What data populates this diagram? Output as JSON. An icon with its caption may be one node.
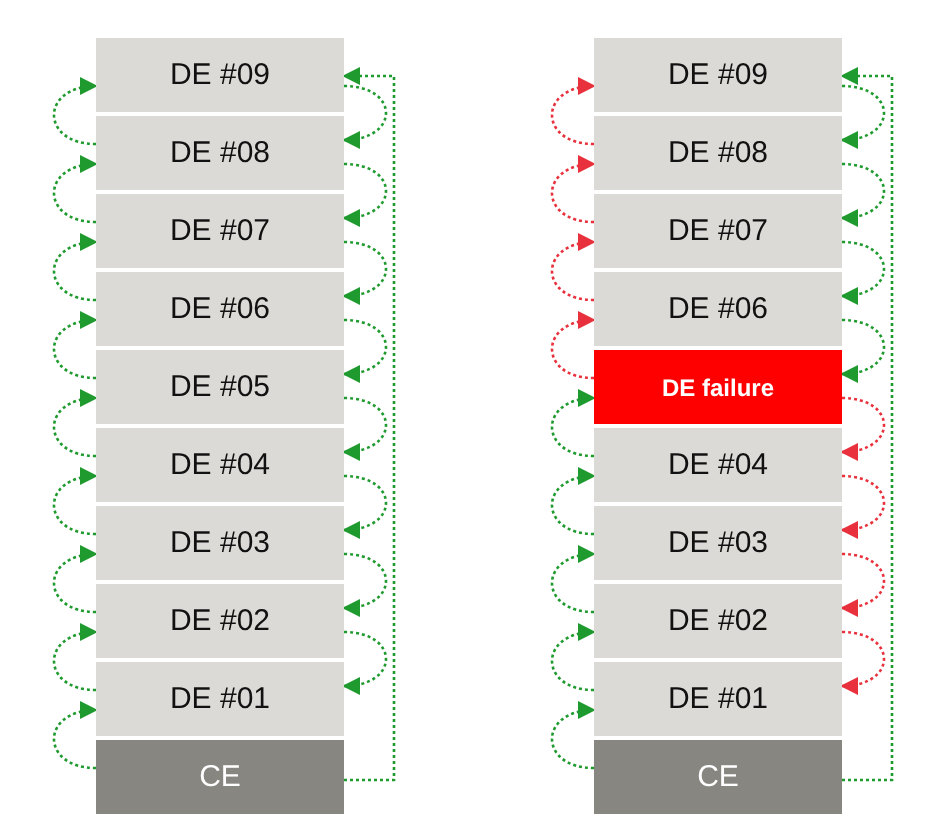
{
  "diagram": {
    "nodes": [
      {
        "text": [
          "DE #09"
        ]
      },
      {
        "text": [
          "DE #08"
        ]
      },
      {
        "text": [
          "DE #07"
        ]
      },
      {
        "text": [
          "DE #06"
        ]
      },
      {
        "text": [
          "DE #05"
        ]
      },
      {
        "text": [
          "DE #04"
        ]
      },
      {
        "text": [
          "DE #03"
        ]
      },
      {
        "text": [
          "DE #02"
        ]
      },
      {
        "text": [
          "DE #01"
        ]
      },
      {
        "text": [
          "CE"
        ]
      },
      {
        "text": [
          "DE #09"
        ]
      },
      {
        "text": [
          "DE #08"
        ]
      },
      {
        "text": [
          "DE #07"
        ]
      },
      {
        "text": [
          "DE #06"
        ]
      },
      {
        "text": [
          "DE failure"
        ]
      },
      {
        "text": [
          "DE #04"
        ]
      },
      {
        "text": [
          "DE #03"
        ]
      },
      {
        "text": [
          "DE #02"
        ]
      },
      {
        "text": [
          "DE #01"
        ]
      },
      {
        "text": [
          "CE"
        ]
      }
    ],
    "edges": [
      {
        "from": 9,
        "to": 8,
        "arrow": "to",
        "style": "dashed"
      },
      {
        "from": 8,
        "to": 7,
        "arrow": "to",
        "style": "dashed"
      },
      {
        "from": 7,
        "to": 6,
        "arrow": "to",
        "style": "dashed"
      },
      {
        "from": 6,
        "to": 5,
        "arrow": "to",
        "style": "dashed"
      },
      {
        "from": 5,
        "to": 4,
        "arrow": "to",
        "style": "dashed"
      },
      {
        "from": 4,
        "to": 3,
        "arrow": "to",
        "style": "dashed"
      },
      {
        "from": 3,
        "to": 2,
        "arrow": "to",
        "style": "dashed"
      },
      {
        "from": 2,
        "to": 1,
        "arrow": "to",
        "style": "dashed"
      },
      {
        "from": 1,
        "to": 0,
        "arrow": "to",
        "style": "dashed"
      },
      {
        "from": 9,
        "to": 0,
        "arrow": "to",
        "style": "dashed"
      },
      {
        "from": 0,
        "to": 1,
        "arrow": "to",
        "style": "dashed"
      },
      {
        "from": 1,
        "to": 2,
        "arrow": "to",
        "style": "dashed"
      },
      {
        "from": 2,
        "to": 3,
        "arrow": "to",
        "style": "dashed"
      },
      {
        "from": 3,
        "to": 4,
        "arrow": "to",
        "style": "dashed"
      },
      {
        "from": 4,
        "to": 5,
        "arrow": "to",
        "style": "dashed"
      },
      {
        "from": 5,
        "to": 6,
        "arrow": "to",
        "style": "dashed"
      },
      {
        "from": 6,
        "to": 7,
        "arrow": "to",
        "style": "dashed"
      },
      {
        "from": 7,
        "to": 8,
        "arrow": "to",
        "style": "dashed"
      },
      {
        "from": 19,
        "to": 18,
        "arrow": "to",
        "style": "dashed"
      },
      {
        "from": 18,
        "to": 17,
        "arrow": "to",
        "style": "dashed"
      },
      {
        "from": 17,
        "to": 16,
        "arrow": "to",
        "style": "dashed"
      },
      {
        "from": 16,
        "to": 15,
        "arrow": "to",
        "style": "dashed"
      },
      {
        "from": 15,
        "to": 14,
        "arrow": "to",
        "style": "dashed"
      },
      {
        "from": 14,
        "to": 13,
        "arrow": "to",
        "style": "dashed",
        "color": "#e8313c"
      },
      {
        "from": 13,
        "to": 12,
        "arrow": "to",
        "style": "dashed",
        "color": "#e8313c"
      },
      {
        "from": 12,
        "to": 11,
        "arrow": "to",
        "style": "dashed",
        "color": "#e8313c"
      },
      {
        "from": 11,
        "to": 10,
        "arrow": "to",
        "style": "dashed",
        "color": "#e8313c"
      },
      {
        "from": 19,
        "to": 10,
        "arrow": "to",
        "style": "dashed"
      },
      {
        "from": 10,
        "to": 11,
        "arrow": "to",
        "style": "dashed"
      },
      {
        "from": 11,
        "to": 12,
        "arrow": "to",
        "style": "dashed"
      },
      {
        "from": 12,
        "to": 13,
        "arrow": "to",
        "style": "dashed"
      },
      {
        "from": 13,
        "to": 14,
        "arrow": "to",
        "style": "dashed"
      },
      {
        "from": 14,
        "to": 15,
        "arrow": "to",
        "style": "dashed",
        "color": "#e8313c"
      },
      {
        "from": 15,
        "to": 16,
        "arrow": "to",
        "style": "dashed",
        "color": "#e8313c"
      },
      {
        "from": 16,
        "to": 17,
        "arrow": "to",
        "style": "dashed",
        "color": "#e8313c"
      },
      {
        "from": 17,
        "to": 18,
        "arrow": "to",
        "style": "dashed",
        "color": "#e8313c"
      }
    ]
  }
}
